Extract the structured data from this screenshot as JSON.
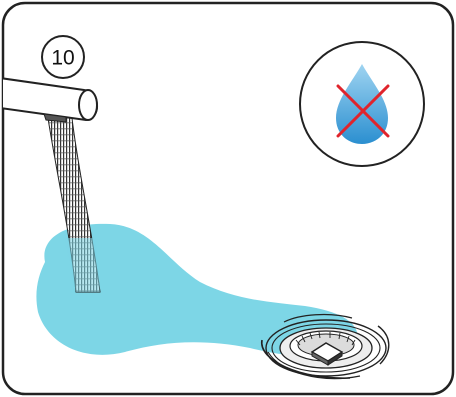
{
  "step": {
    "number": "10"
  },
  "colors": {
    "water": "#7dd6e6",
    "water_shade": "#62c8da",
    "drop_light": "#9fd4f1",
    "drop_dark": "#2b8fd0",
    "cross": "#e0242c",
    "outline": "#222222",
    "frame_fill": "#ffffff"
  },
  "icons": {
    "step_badge": "circled-number",
    "faucet": "faucet-spout-icon",
    "stream": "water-stream",
    "puddle": "water-puddle",
    "drain": "floor-drain-icon",
    "no_water": "no-water-drop-icon"
  }
}
